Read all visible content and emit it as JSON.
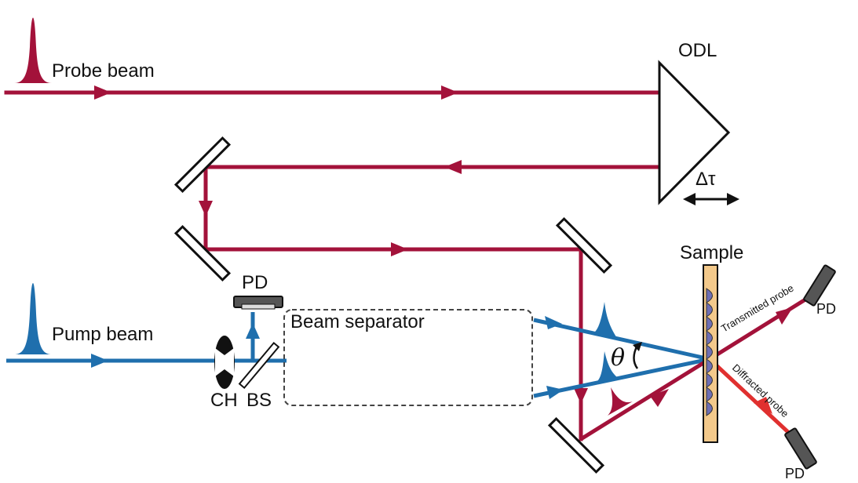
{
  "labels": {
    "probe_beam": "Probe beam",
    "pump_beam": "Pump beam",
    "odl": "ODL",
    "delay": "Δτ",
    "sample": "Sample",
    "pd_top": "PD",
    "pd_transmitted": "PD",
    "pd_diffracted": "PD",
    "beam_separator": "Beam separator",
    "theta": "θ",
    "ch": "CH",
    "bs": "BS",
    "transmitted_probe": "Transmitted probe",
    "diffracted_probe": "Diffracted probe"
  },
  "colors": {
    "probe": "#a3123a",
    "probe_light": "#d98a9b",
    "pump": "#1f6fad",
    "diffracted": "#e0302f",
    "sample_fill": "#f3c98b",
    "grating": "#6f6fb4",
    "mirror_fill": "#ffffff",
    "pd_fill": "#555555"
  }
}
